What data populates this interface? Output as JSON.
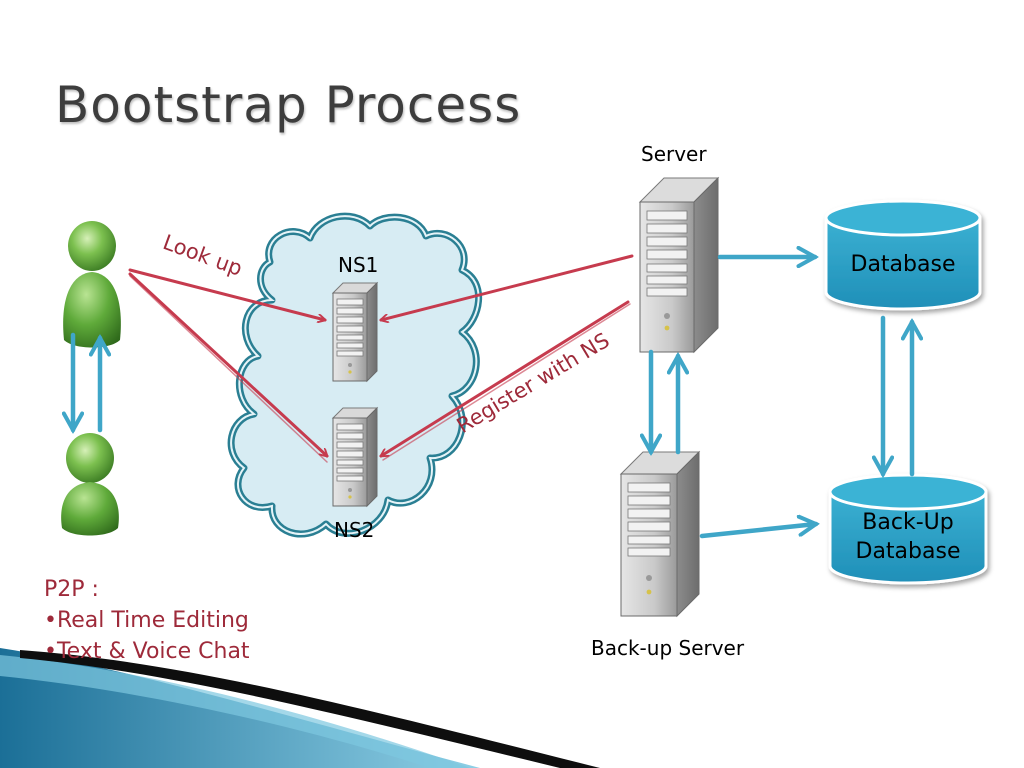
{
  "slide": {
    "title": "Bootstrap Process"
  },
  "diagram": {
    "labels": {
      "server": "Server",
      "backup_server": "Back-up Server",
      "ns1": "NS1",
      "ns2": "NS2",
      "look_up": "Look up",
      "register": "Register with NS",
      "database": "Database",
      "backup_db_line1": "Back-Up",
      "backup_db_line2": "Database"
    }
  },
  "notes": {
    "heading": "P2P :",
    "items": [
      "•Real Time Editing",
      "•Text & Voice Chat"
    ]
  },
  "colors": {
    "accent_blue": "#3fa6c8",
    "arrow_red": "#c63b4e",
    "text_red": "#9e2a3a",
    "user_green": "#5faa3a",
    "cloud_fill": "#d7ecf3"
  }
}
